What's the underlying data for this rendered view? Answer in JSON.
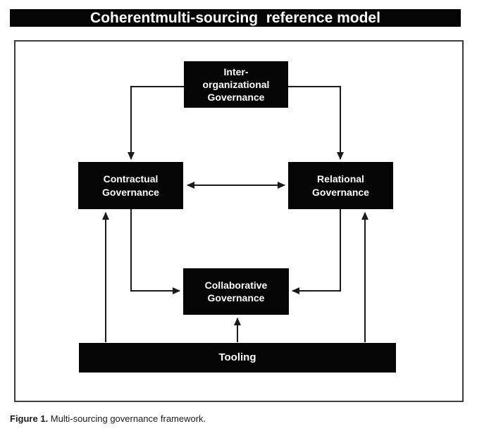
{
  "title": "Coherentmulti-sourcing  reference model",
  "nodes": {
    "inter_organizational": "Inter-\norganizational\nGovernance",
    "contractual": "Contractual\nGovernance",
    "relational": "Relational\nGovernance",
    "collaborative": "Collaborative\nGovernance",
    "tooling": "Tooling"
  },
  "caption": {
    "label": "Figure 1.",
    "text": " Multi-sourcing governance framework."
  },
  "colors": {
    "node_background": "#050505",
    "node_text": "#ffffff",
    "arrow": "#1a1a1a",
    "frame_border": "#3d3d3d",
    "title_background": "#050505",
    "title_text": "#ffffff"
  }
}
